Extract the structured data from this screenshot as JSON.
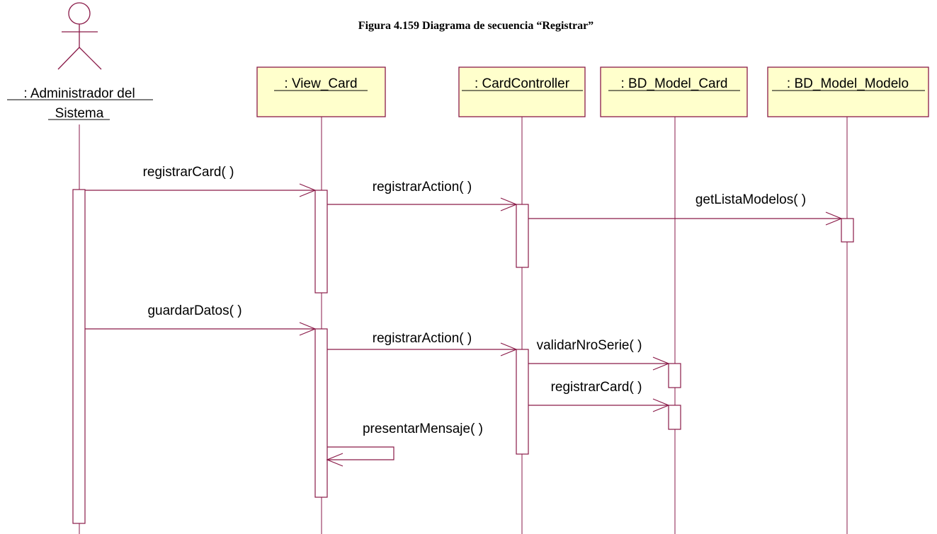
{
  "caption": "Figura 4.159 Diagrama de secuencia “Registrar”",
  "colors": {
    "line": "#8a1a48",
    "object_fill": "#ffffcc",
    "text": "#000000"
  },
  "actor": {
    "name_line1": ": Administrador del",
    "name_line2": "Sistema",
    "icon": "stick-figure-icon"
  },
  "objects": [
    {
      "name": ": View_Card"
    },
    {
      "name": ": CardController"
    },
    {
      "name": ": BD_Model_Card"
    },
    {
      "name": ": BD_Model_Modelo"
    }
  ],
  "messages": [
    {
      "label": "registrarCard( )",
      "from": "Administrador del Sistema",
      "to": "View_Card"
    },
    {
      "label": "registrarAction( )",
      "from": "View_Card",
      "to": "CardController"
    },
    {
      "label": "getListaModelos( )",
      "from": "CardController",
      "to": "BD_Model_Modelo"
    },
    {
      "label": "guardarDatos( )",
      "from": "Administrador del Sistema",
      "to": "View_Card"
    },
    {
      "label": "registrarAction( )",
      "from": "View_Card",
      "to": "CardController"
    },
    {
      "label": "validarNroSerie( )",
      "from": "CardController",
      "to": "BD_Model_Card"
    },
    {
      "label": "registrarCard( )",
      "from": "CardController",
      "to": "BD_Model_Card"
    },
    {
      "label": "presentarMensaje( )",
      "from": "View_Card",
      "to": "View_Card"
    }
  ]
}
